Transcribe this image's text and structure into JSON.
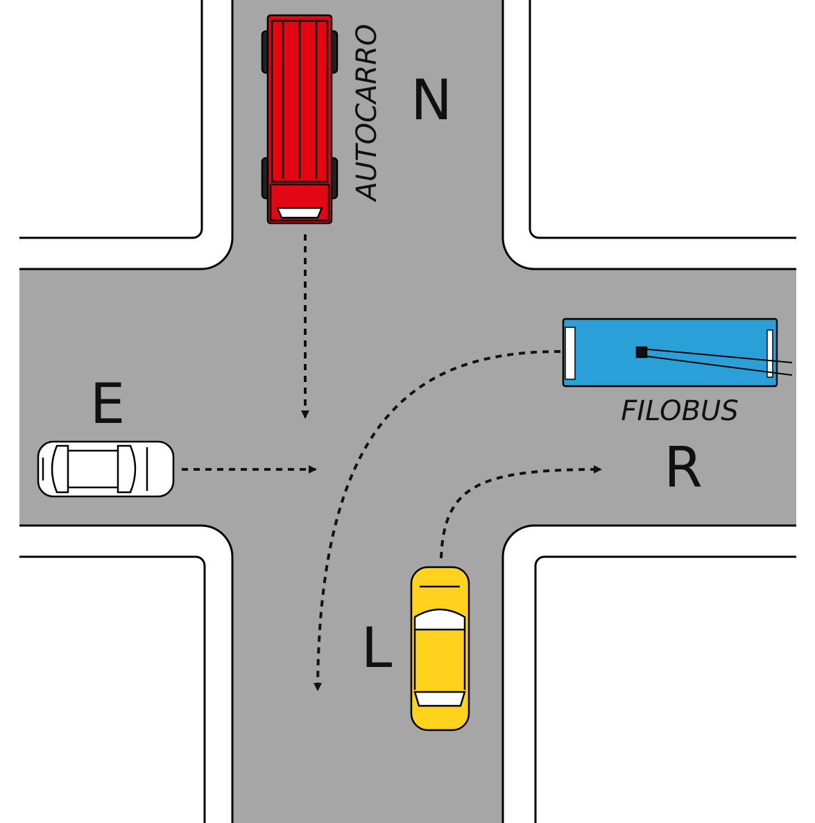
{
  "labels": {
    "north": "N",
    "east_road": "E",
    "right_road": "R",
    "bottom_road": "L"
  },
  "vehicles": {
    "truck": {
      "label": "AUTOCARRO",
      "color": "#e30613"
    },
    "trolleybus": {
      "label": "FILOBUS",
      "color": "#2a9fd8"
    },
    "car_white": {
      "color": "#ffffff"
    },
    "car_yellow": {
      "color": "#ffd21e"
    }
  },
  "colors": {
    "road": "#a6a6a6",
    "sidewalk": "#ffffff",
    "curb_line": "#000000",
    "arrow": "#111111"
  }
}
